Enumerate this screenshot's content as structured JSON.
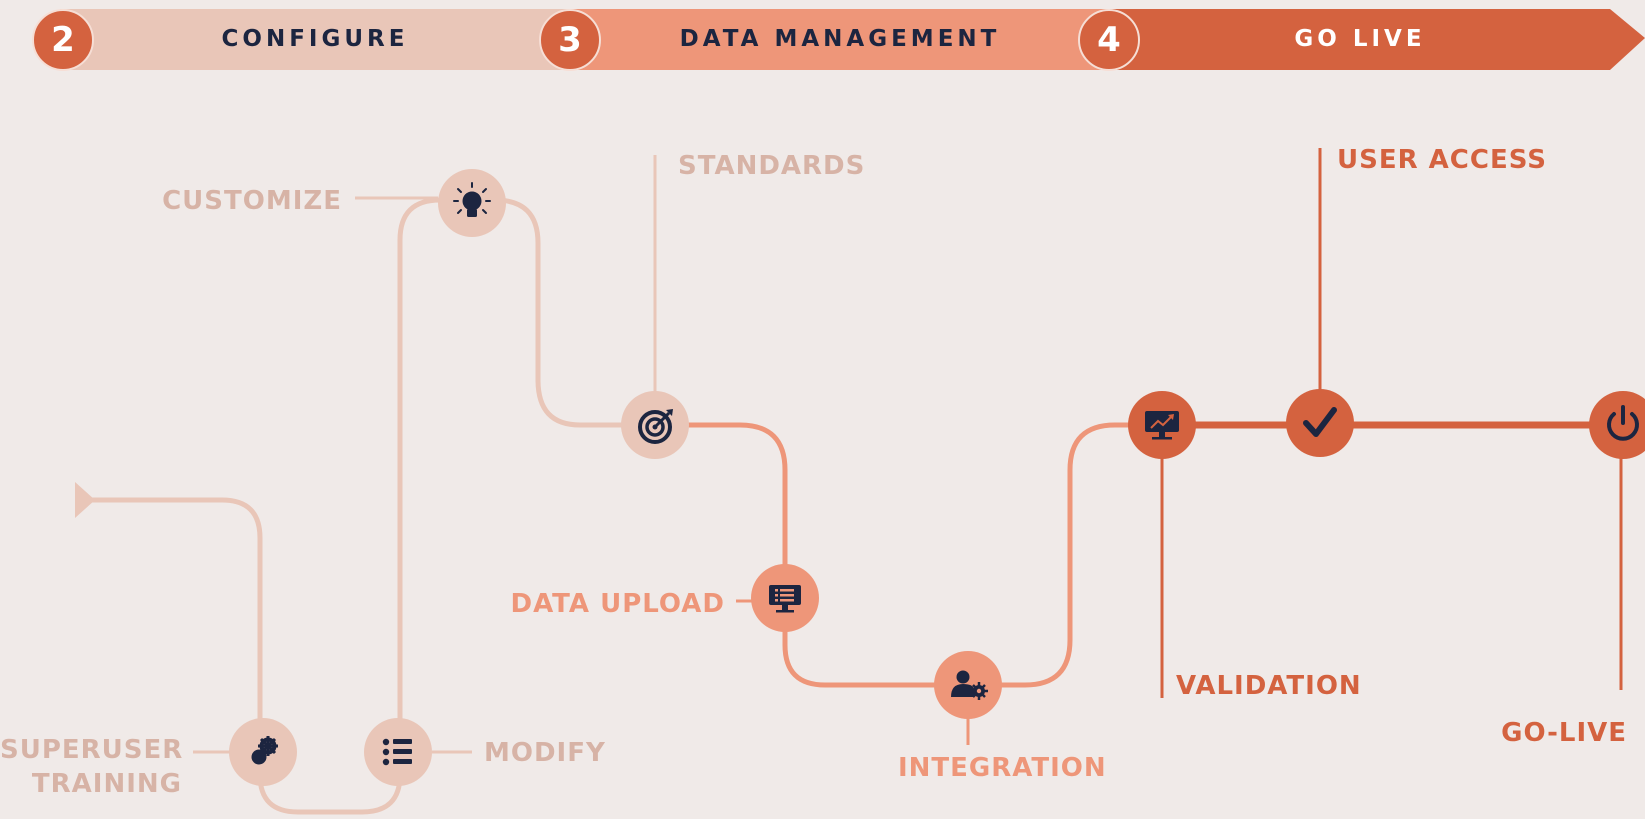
{
  "phases": [
    {
      "number": "2",
      "title": "CONFIGURE",
      "color": "#e9c6b8"
    },
    {
      "number": "3",
      "title": "DATA MANAGEMENT",
      "color": "#ee9679"
    },
    {
      "number": "4",
      "title": "GO LIVE",
      "color": "#d4623f"
    }
  ],
  "milestones": {
    "superuser_training": {
      "line1": "SUPERUSER",
      "line2": "TRAINING",
      "icon": "gear-icon"
    },
    "modify": {
      "label": "MODIFY",
      "icon": "list-icon"
    },
    "customize": {
      "label": "CUSTOMIZE",
      "icon": "lightbulb-icon"
    },
    "standards": {
      "label": "STANDARDS",
      "icon": "target-icon"
    },
    "data_upload": {
      "label": "DATA UPLOAD",
      "icon": "monitor-list-icon"
    },
    "integration": {
      "label": "INTEGRATION",
      "icon": "user-gear-icon"
    },
    "validation": {
      "label": "VALIDATION",
      "icon": "monitor-chart-icon"
    },
    "user_access": {
      "label": "USER ACCESS",
      "icon": "check-icon"
    },
    "go_live": {
      "label": "GO-LIVE",
      "icon": "power-icon"
    }
  },
  "colors": {
    "configure": "#e9c6b8",
    "configure_text": "#d7b3a6",
    "data_management": "#ee9679",
    "go_live": "#d4623f",
    "icon_dark": "#1c2540",
    "background": "#f0eae8"
  }
}
